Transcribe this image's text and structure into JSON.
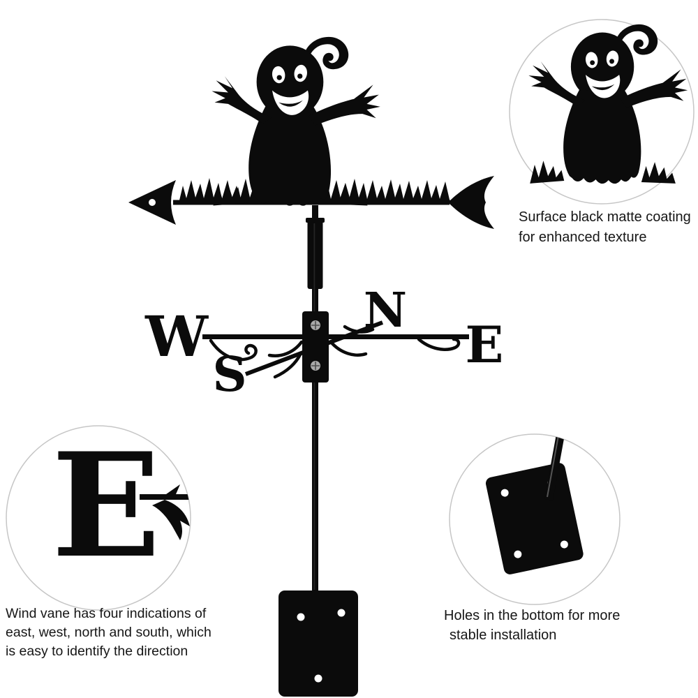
{
  "page": {
    "type": "product-feature-image",
    "background": "#ffffff"
  },
  "vane": {
    "letters": {
      "west": "W",
      "north": "N",
      "east": "E",
      "south": "S"
    }
  },
  "callouts": {
    "coating": {
      "lines": [
        "Surface black matte coating",
        "for enhanced texture"
      ]
    },
    "directions": {
      "lines": [
        "Wind vane has four indications of",
        "east, west, north and south, which",
        "is easy to identify the direction"
      ]
    },
    "holes": {
      "lines": [
        "Holes in the bottom for more",
        "stable installation"
      ]
    }
  },
  "colors": {
    "product_black": "#0b0b0b",
    "circle_border": "#c6c6c6",
    "screw_gray": "#a9a9a9",
    "hole_white": "#ffffff",
    "text": "#161616"
  }
}
